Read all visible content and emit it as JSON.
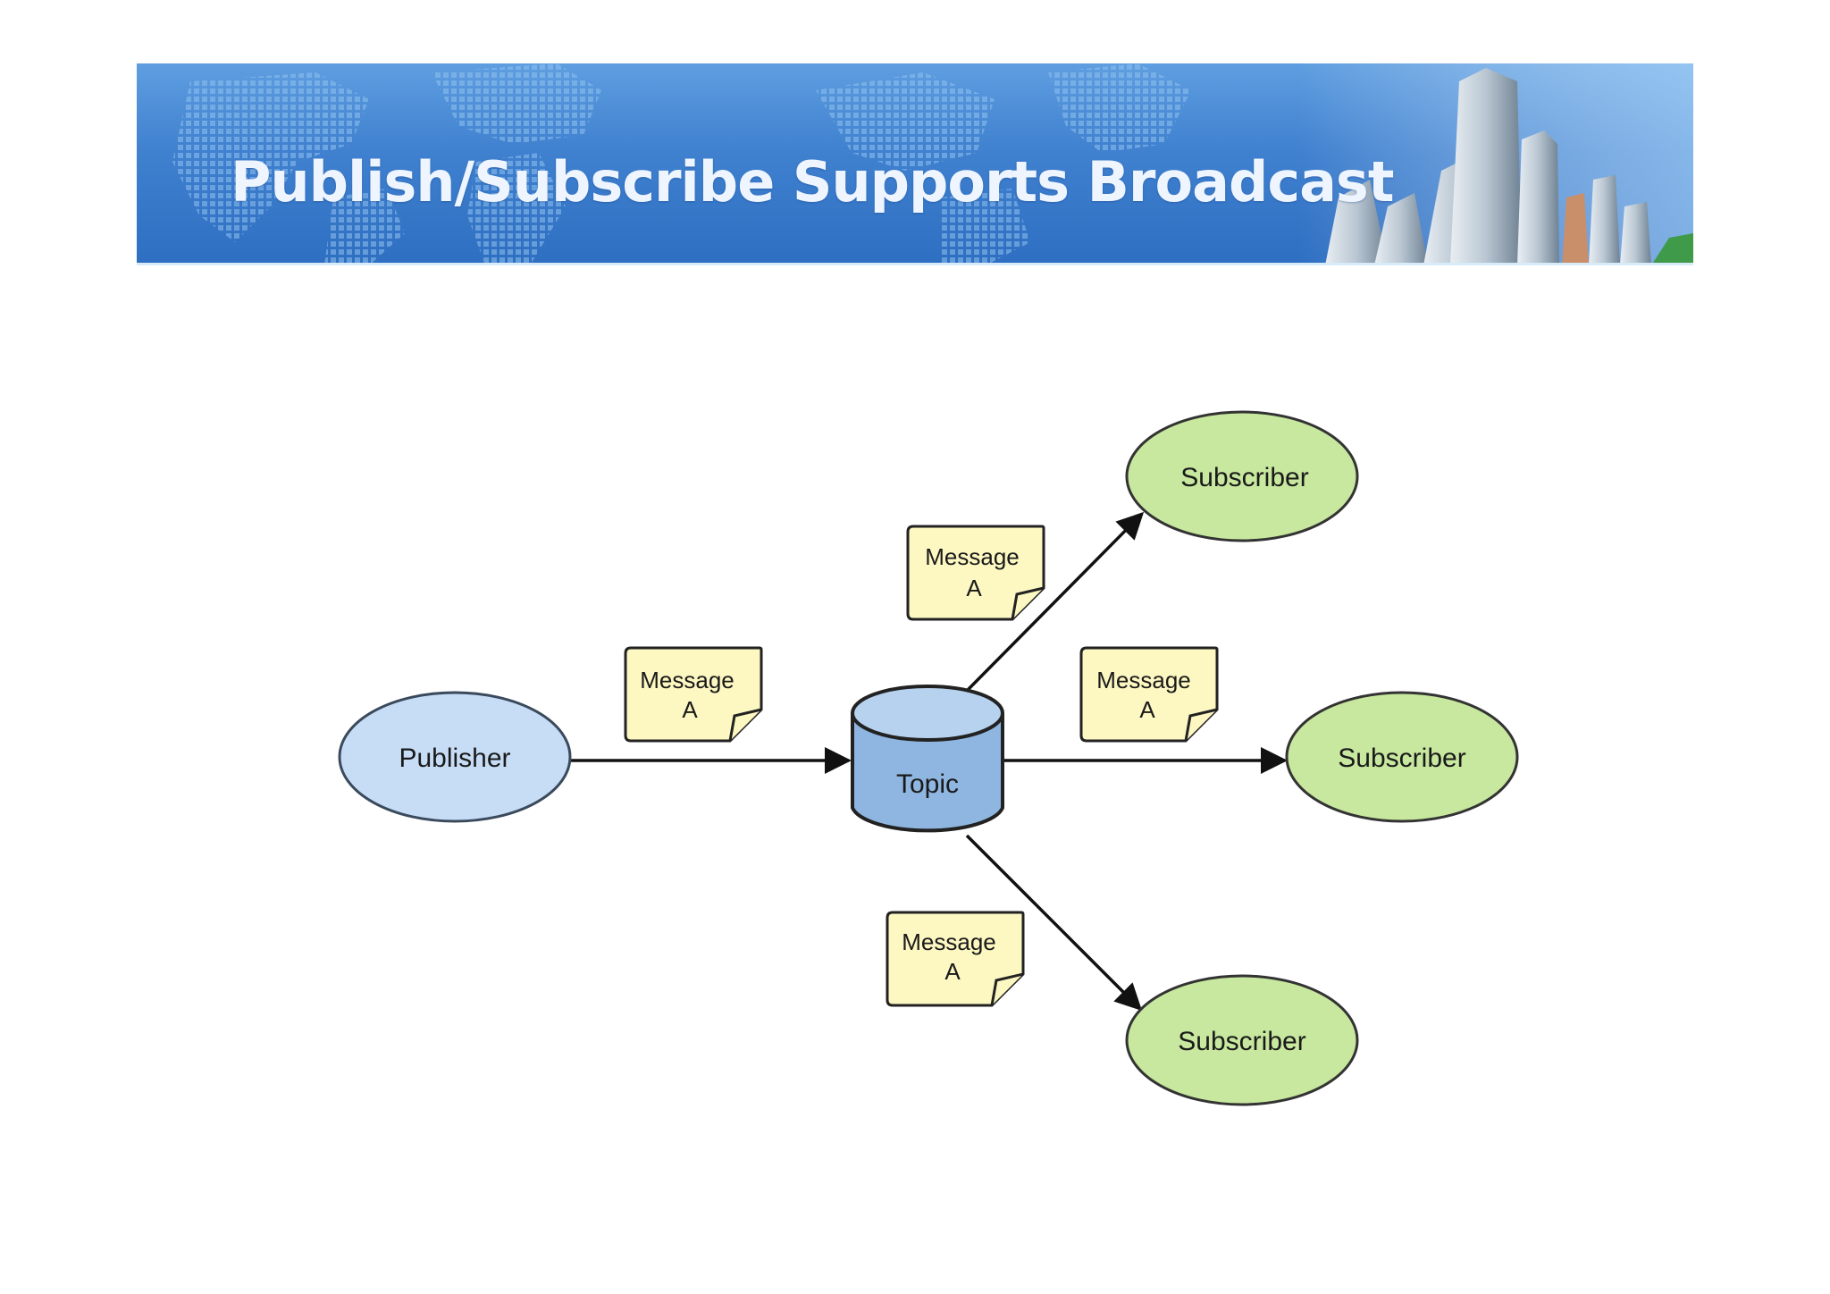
{
  "header": {
    "title": "Publish/Subscribe Supports Broadcast"
  },
  "diagram": {
    "publisher": {
      "label": "Publisher"
    },
    "topic": {
      "label": "Topic"
    },
    "subscribers": [
      {
        "label": "Subscriber"
      },
      {
        "label": "Subscriber"
      },
      {
        "label": "Subscriber"
      }
    ],
    "messages": [
      {
        "line1": "Message",
        "line2": "A"
      },
      {
        "line1": "Message",
        "line2": "A"
      },
      {
        "line1": "Message",
        "line2": "A"
      },
      {
        "line1": "Message",
        "line2": "A"
      }
    ]
  },
  "colors": {
    "banner_blue": "#3f80cf",
    "publisher_fill": "#c7ddf6",
    "topic_fill": "#8fb6e0",
    "subscriber_fill": "#c7e89e",
    "message_fill": "#fdf8c2"
  }
}
